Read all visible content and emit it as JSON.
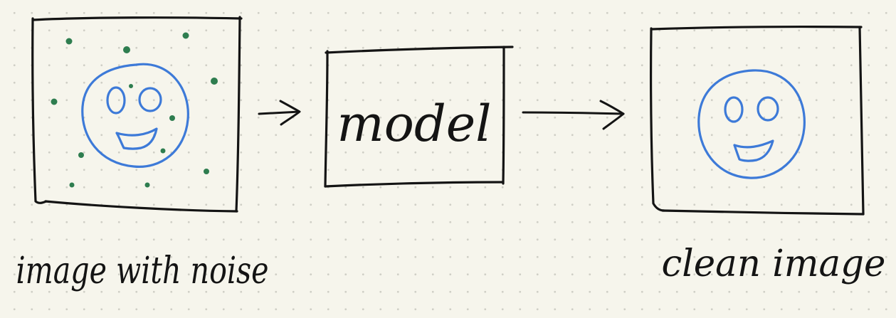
{
  "nodes": {
    "input_label": "image with noise",
    "model_label": "model",
    "output_label": "clean image"
  },
  "colors": {
    "ink": "#141414",
    "face": "#3d7ad8",
    "noise": "#2e7d4f",
    "paper": "#f6f5ec"
  },
  "icons": {
    "input_face": "smiley-face-icon",
    "output_face": "smiley-face-icon",
    "noise": "noise-speck-icon"
  }
}
